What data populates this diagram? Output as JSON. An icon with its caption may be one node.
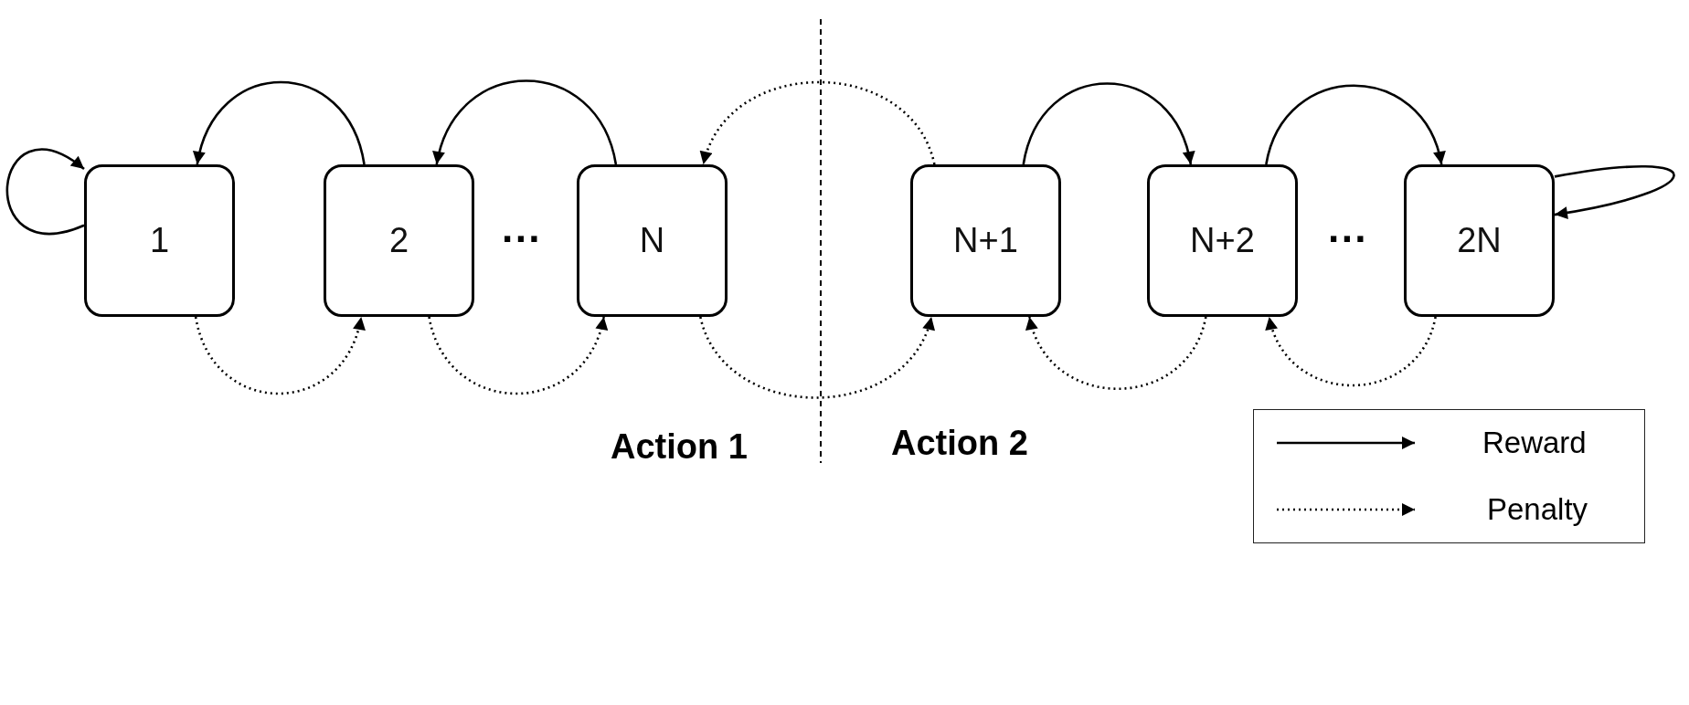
{
  "diagram": {
    "nodes": [
      {
        "text": [
          "1"
        ]
      },
      {
        "text": [
          "2"
        ]
      },
      {
        "text": [
          "N"
        ]
      },
      {
        "text": [
          "N+1"
        ]
      },
      {
        "text": [
          "N+2"
        ]
      },
      {
        "text": [
          "2N"
        ]
      }
    ],
    "edges": [
      {
        "from": 0,
        "to": 0,
        "arrow": "to"
      },
      {
        "from": 1,
        "to": 0,
        "arrow": "to"
      },
      {
        "from": 2,
        "to": 1,
        "arrow": "to"
      },
      {
        "from": 3,
        "to": 2,
        "arrow": "to",
        "style": "dashed"
      },
      {
        "from": 3,
        "to": 4,
        "arrow": "to"
      },
      {
        "from": 4,
        "to": 5,
        "arrow": "to"
      },
      {
        "from": 5,
        "to": 5,
        "arrow": "to"
      },
      {
        "from": 0,
        "to": 1,
        "arrow": "to",
        "style": "dashed"
      },
      {
        "from": 1,
        "to": 2,
        "arrow": "to",
        "style": "dashed"
      },
      {
        "from": 2,
        "to": 3,
        "arrow": "to",
        "style": "dashed"
      },
      {
        "from": 4,
        "to": 3,
        "arrow": "to",
        "style": "dashed"
      },
      {
        "from": 5,
        "to": 4,
        "arrow": "to",
        "style": "dashed"
      }
    ],
    "labels": [
      "···",
      "···",
      "Action 1",
      "Action 2"
    ],
    "legend": [
      {
        "text": "Reward"
      },
      {
        "text": "Penalty"
      }
    ]
  }
}
